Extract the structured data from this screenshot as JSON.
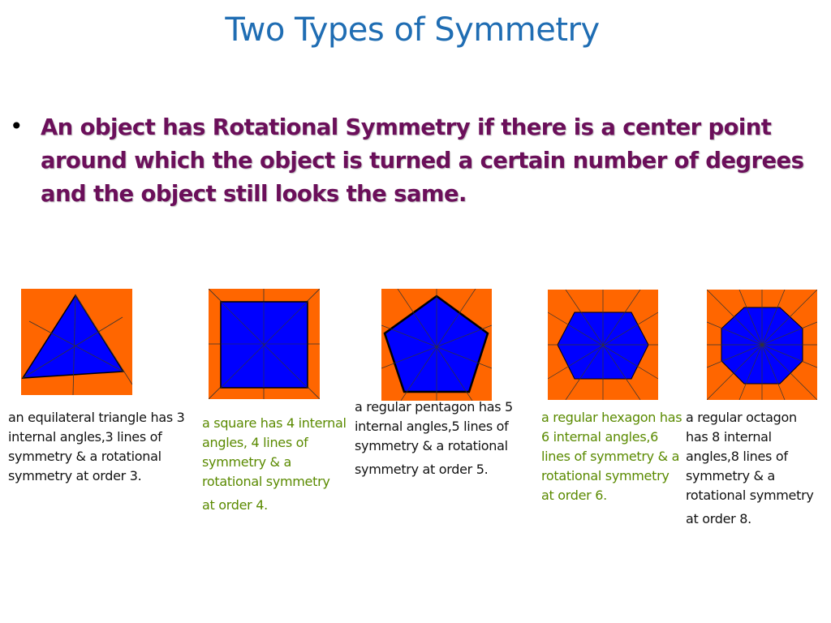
{
  "slide": {
    "title": "Two Types of Symmetry",
    "bullet": "An object has Rotational Symmetry if there is a center point around which the object is turned a certain number of degrees and the object still looks the same."
  },
  "colors": {
    "title": "#1f6db3",
    "bullet": "#6b0f5a",
    "shape_fill": "#0000ff",
    "background_square": "#ff6600",
    "caption_black": "#111111",
    "caption_green": "#5a8a00"
  },
  "shapes": [
    {
      "name": "equilateral triangle",
      "caption_lines": [
        "an equilateral triangle has 3",
        "internal angles,3 lines of",
        "symmetry & a rotational",
        "symmetry at order 3."
      ]
    },
    {
      "name": "square",
      "caption_lines": [
        "a square has 4 internal",
        "angles, 4 lines of",
        "symmetry & a",
        "rotational symmetry",
        "at order 4."
      ]
    },
    {
      "name": "regular pentagon",
      "caption_lines": [
        "a regular pentagon has 5",
        "internal angles,5 lines of",
        "symmetry & a rotational",
        "symmetry at order 5."
      ]
    },
    {
      "name": "regular hexagon",
      "caption_lines": [
        "a regular hexagon has",
        "6 internal angles,6",
        "lines of symmetry & a",
        "rotational symmetry",
        "at order 6."
      ]
    },
    {
      "name": "regular octagon",
      "caption_lines": [
        "a regular octagon",
        "has 8 internal",
        "angles,8 lines of",
        "symmetry & a",
        "rotational symmetry",
        "at order 8."
      ]
    }
  ]
}
